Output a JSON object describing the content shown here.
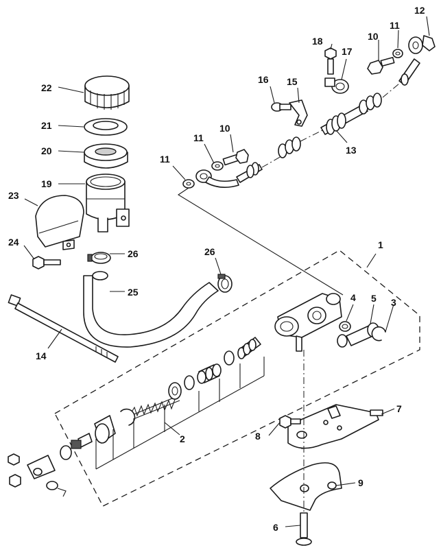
{
  "callouts": {
    "c1": "1",
    "c2": "2",
    "c3": "3",
    "c4": "4",
    "c5": "5",
    "c6": "6",
    "c7": "7",
    "c8": "8",
    "c9": "9",
    "c10a": "10",
    "c10b": "10",
    "c11a": "11",
    "c11b": "11",
    "c11c": "11",
    "c12": "12",
    "c13": "13",
    "c14": "14",
    "c15": "15",
    "c16": "16",
    "c17": "17",
    "c18": "18",
    "c19": "19",
    "c20": "20",
    "c21": "21",
    "c22": "22",
    "c23": "23",
    "c24": "24",
    "c25": "25",
    "c26a": "26",
    "c26b": "26"
  }
}
